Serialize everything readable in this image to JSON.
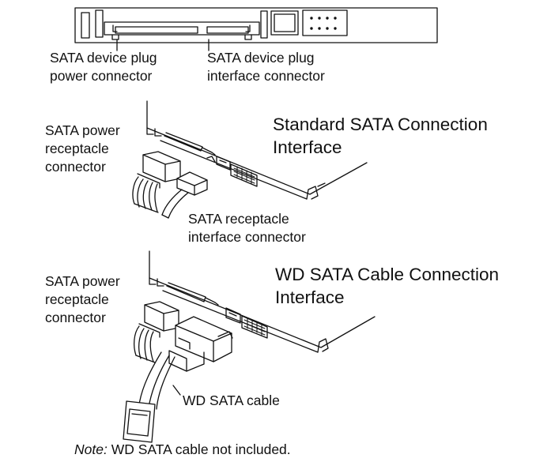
{
  "top_view": {
    "label_power": [
      "SATA device plug",
      "power connector"
    ],
    "label_interface": [
      "SATA device plug",
      "interface connector"
    ]
  },
  "standard": {
    "title": [
      "Standard SATA Connection",
      "Interface"
    ],
    "label_power": [
      "SATA power",
      "receptacle",
      "connector"
    ],
    "label_interface": [
      "SATA receptacle",
      "interface connector"
    ]
  },
  "wd": {
    "title": [
      "WD SATA Cable Connection",
      "Interface"
    ],
    "label_power": [
      "SATA power",
      "receptacle",
      "connector"
    ],
    "label_cable": "WD SATA cable"
  },
  "note": {
    "prefix": "Note:",
    "text": " WD SATA cable not included."
  }
}
